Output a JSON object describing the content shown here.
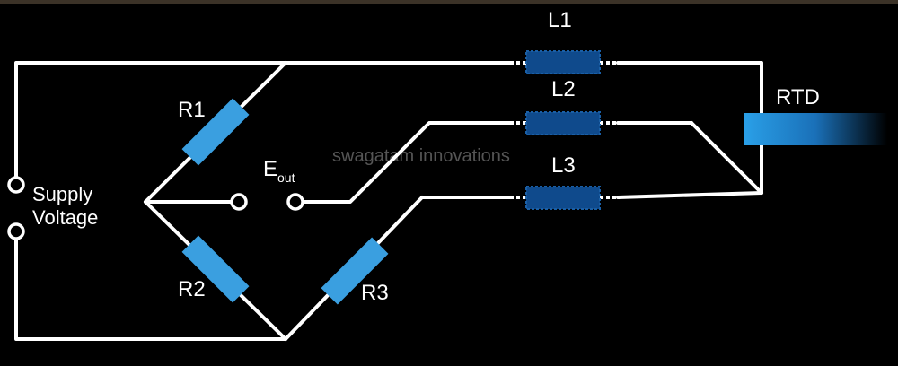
{
  "title": "",
  "labels": {
    "r1": "R1",
    "r2": "R2",
    "r3": "R3",
    "l1": "L1",
    "l2": "L2",
    "l3": "L3",
    "rtd": "RTD",
    "supply_line1": "Supply",
    "supply_line2": "Voltage",
    "eout_main": "E",
    "eout_sub": "out",
    "watermark": "swagatam innovations"
  },
  "colors": {
    "background": "#000000",
    "top_border": "#3b3227",
    "wire": "#ffffff",
    "resistor": "#3a9fe0",
    "inductor": "#0f4a8c",
    "rtd": "#2aa0e8"
  }
}
